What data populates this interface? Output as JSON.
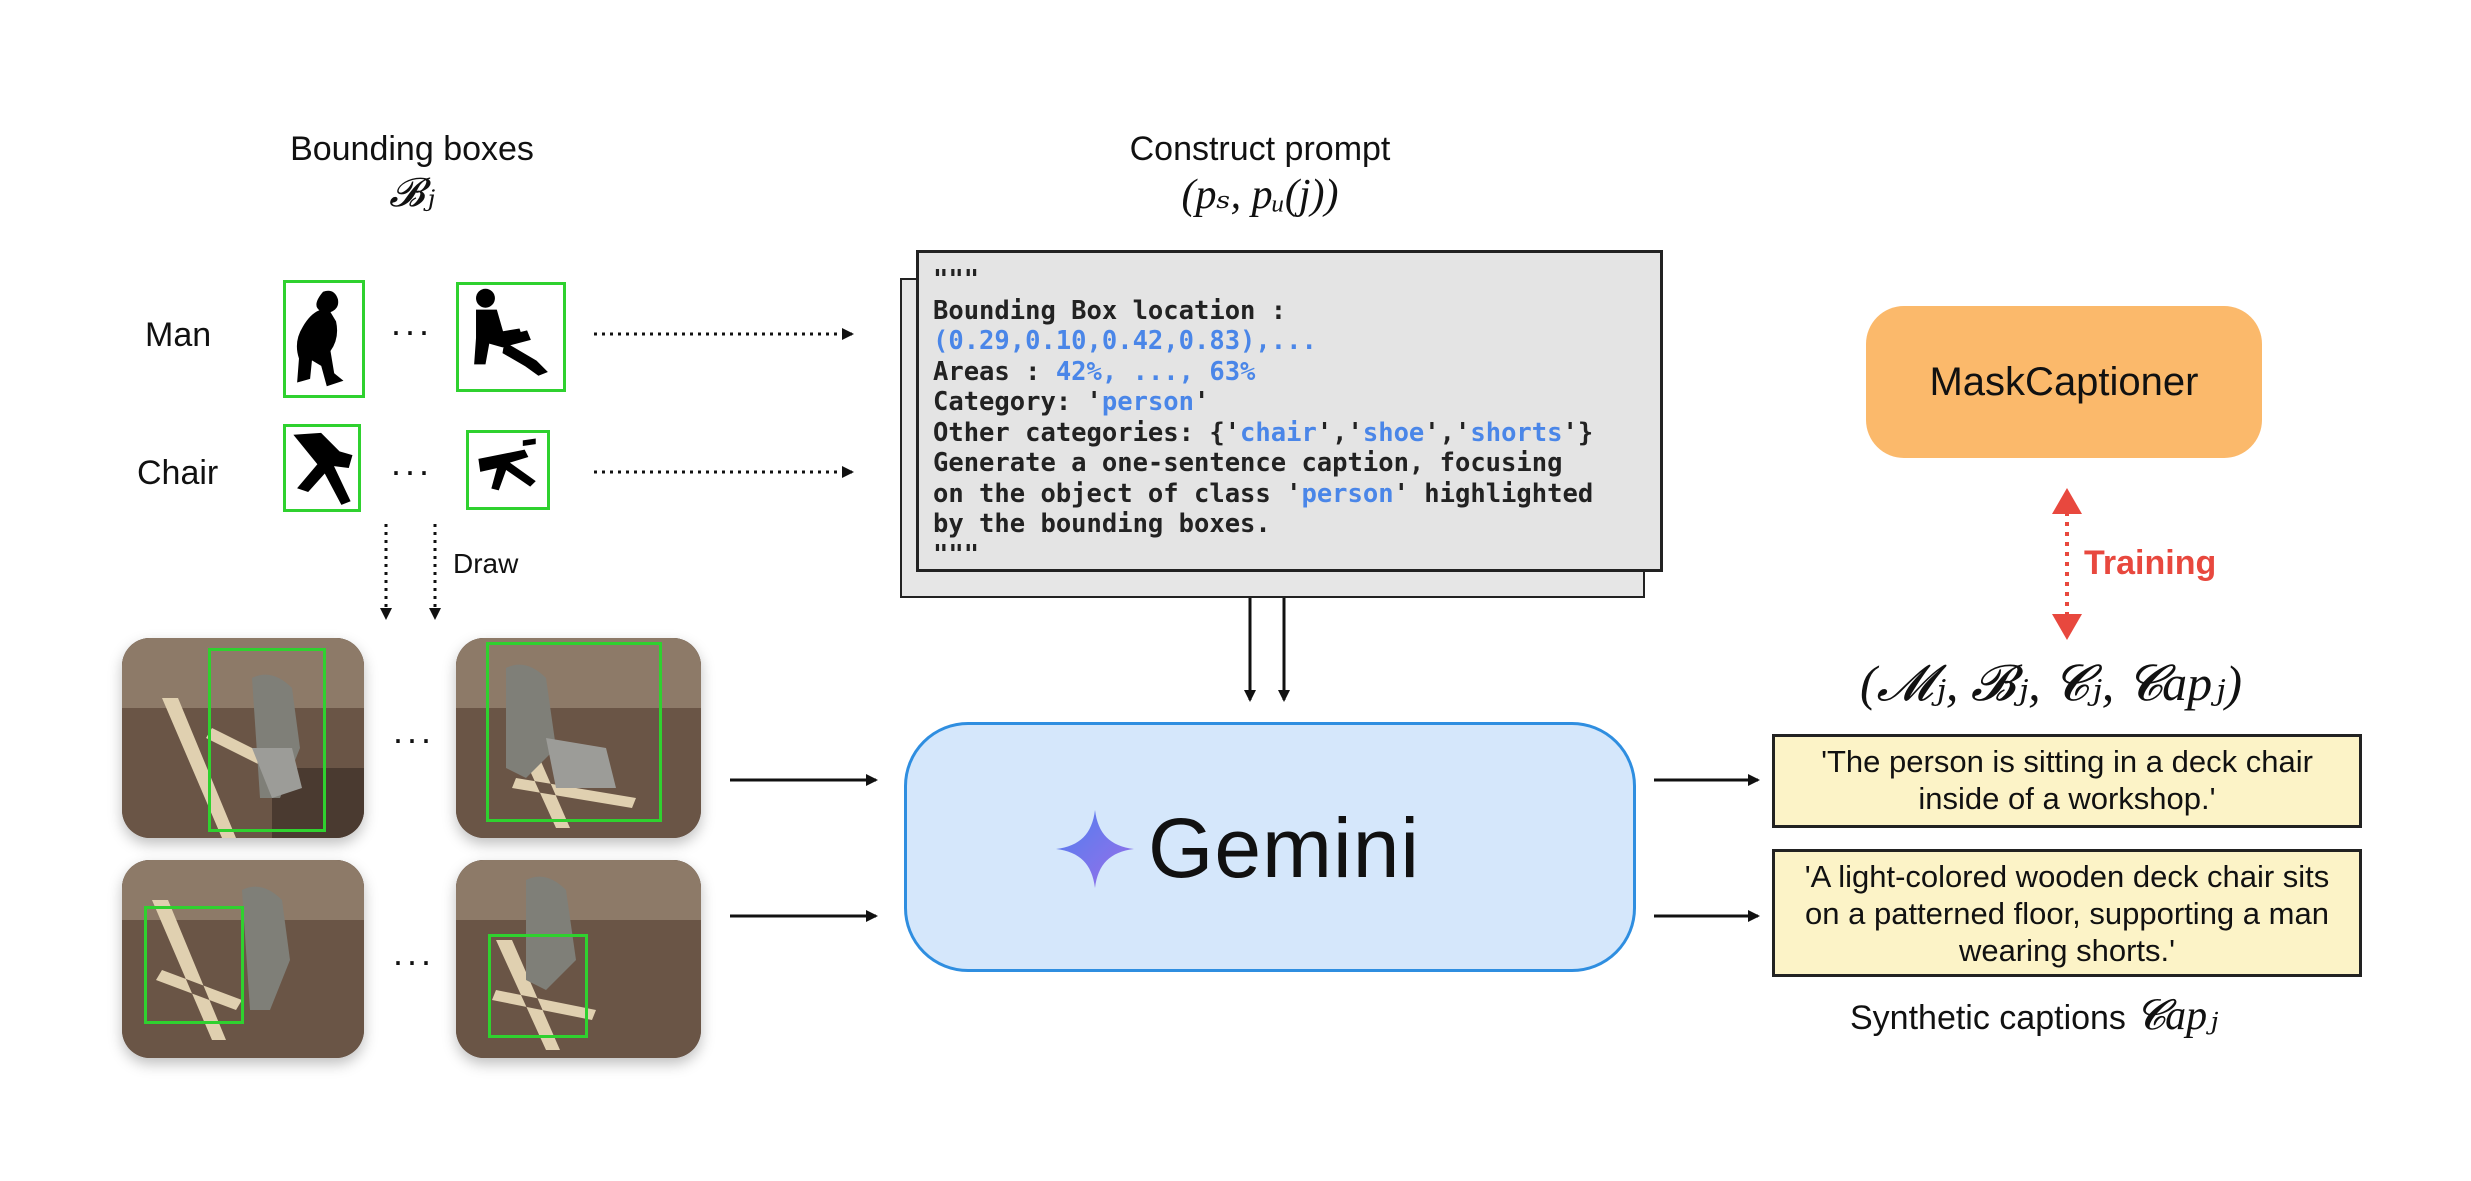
{
  "bbox_heading": {
    "title": "Bounding boxes",
    "math": "𝓑ⱼ"
  },
  "prompt_heading": {
    "title": "Construct prompt",
    "math": "(pₛ, pᵤ(j))"
  },
  "rows": {
    "man": "Man",
    "chair": "Chair"
  },
  "ellipsis": "···",
  "draw_label": "Draw",
  "prompt": {
    "quote_open": "\"\"\"",
    "line1": "Bounding Box location :",
    "line2": "(0.29,0.10,0.42,0.83),...",
    "areas_label": "Areas : ",
    "areas_value": "42%, ..., 63%",
    "category_label": "Category: '",
    "category_value": "person",
    "other_label": "Other categories: {'",
    "other_values": [
      "chair",
      "shoe",
      "shorts"
    ],
    "gen1": "Generate a one-sentence caption, focusing",
    "gen2a": "on the object of class '",
    "gen2b": "' highlighted",
    "gen3": "by the bounding boxes.",
    "quote_close": "\"\"\""
  },
  "gemini_label": "Gemini",
  "mask_captioner": "MaskCaptioner",
  "training_label": "Training",
  "tuple_math": "(𝓜ⱼ, 𝓑ⱼ, 𝓒ⱼ, 𝓒apⱼ)",
  "captions": [
    "'The person is sitting in a deck chair inside of a workshop.'",
    "'A light-colored wooden deck chair sits on a patterned floor, supporting a man wearing shorts.'"
  ],
  "synthetic_label": "Synthetic captions",
  "synthetic_math": "𝓒apⱼ",
  "colors": {
    "accent_blue": "#4a86e8",
    "box_green": "#2fd12f",
    "training_red": "#e8483e",
    "gemini_fill": "#d5e7fb",
    "mask_fill": "#fbb96b",
    "caption_fill": "#fcf3c7"
  }
}
